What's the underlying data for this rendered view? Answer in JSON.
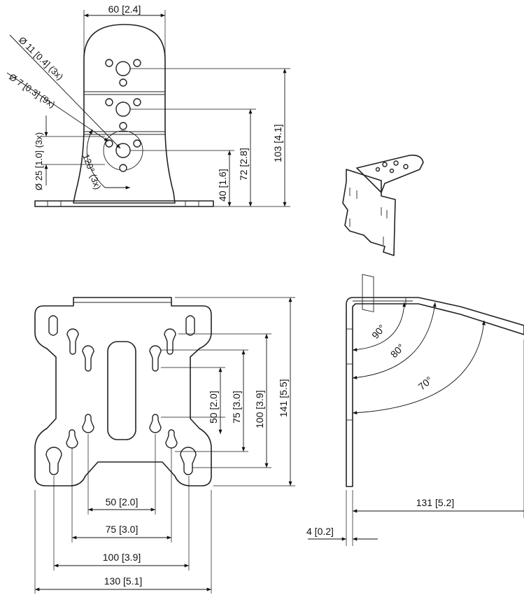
{
  "front_view": {
    "width_dim": "60 [2.4]",
    "hole_large_note": "Ø 11 [0.4] (3x)",
    "hole_small_note": "Ø 7 [0.3] (9x)",
    "center_dia_note": "Ø 25 [1.0] (3x)",
    "angle_note": "120° (3x)",
    "height_1": "40 [1.6]",
    "height_2": "72 [2.8]",
    "height_3": "103 [4.1]"
  },
  "plate_view": {
    "h_50": "50 [2.0]",
    "h_75": "75 [3.0]",
    "h_100": "100 [3.9]",
    "h_130": "130 [5.1]",
    "v_50": "50 [2.0]",
    "v_75": "75 [3.0]",
    "v_100": "100 [3.9]",
    "v_141": "141 [5.5]"
  },
  "side_view": {
    "angle_90": "90°",
    "angle_80": "80°",
    "angle_70": "70°",
    "depth": "131 [5.2]",
    "thickness": "4 [0.2]"
  }
}
